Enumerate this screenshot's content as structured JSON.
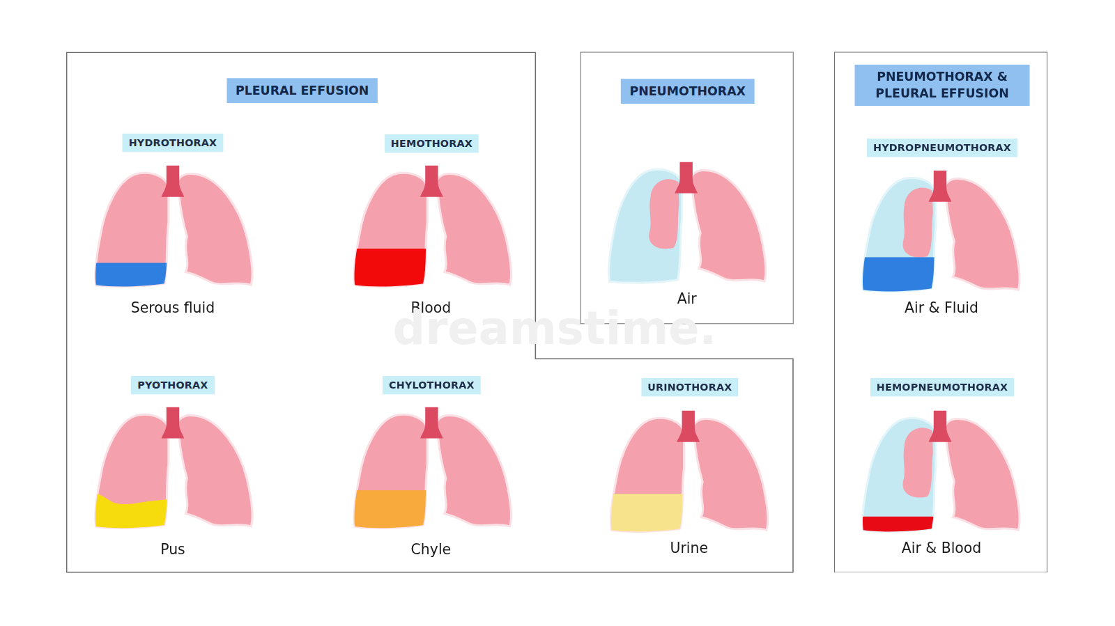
{
  "diagram": {
    "nodes": [
      {
        "text": [
          "PLEURAL EFFUSION"
        ]
      },
      {
        "text": [
          "HYDROTHORAX"
        ],
        "in": 0
      },
      {
        "text": [
          "HEMOTHORAX"
        ],
        "in": 0
      },
      {
        "text": [
          "PNEUMOTHORAX"
        ]
      },
      {
        "text": [
          "PNEUMOTHORAX & PLEURAL EFFUSION"
        ]
      },
      {
        "text": [
          "HYDROPNEUMOTHORAX"
        ],
        "in": 4
      },
      {
        "text": [
          "PYOTHORAX"
        ],
        "in": 0
      },
      {
        "text": [
          "CHYLOTHORAX"
        ],
        "in": 0
      },
      {
        "text": [
          "URINOTHORAX"
        ],
        "in": 0
      },
      {
        "text": [
          "HEMOPNEUMOTHORAX"
        ],
        "in": 4
      }
    ],
    "labels": [
      "Serous fluid",
      "Blood",
      "Air",
      "Air & Fluid",
      "Pus",
      "Chyle",
      "Urine",
      "Air & Blood",
      "dreamstime."
    ]
  }
}
